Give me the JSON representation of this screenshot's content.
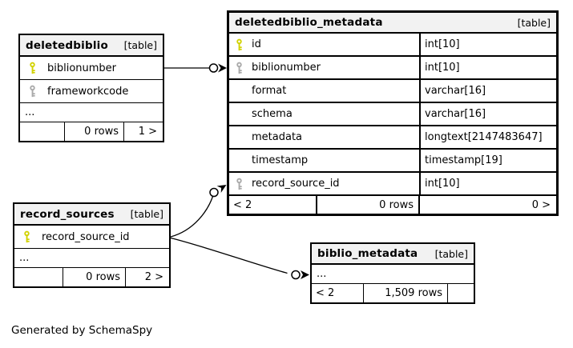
{
  "note": "Generated by SchemaSpy",
  "colors": {
    "background": "#ffffff",
    "header_bg": "#f2f2f2",
    "border": "#000000",
    "primary_key": "#d2d200",
    "foreign_key": "#aaaaaa"
  },
  "icons": {
    "primary_key": "key-icon-yellow",
    "foreign_key": "key-icon-gray"
  },
  "tables": {
    "deletedbiblio": {
      "title": "deletedbiblio",
      "tag": "[table]",
      "columns": [
        {
          "name": "biblionumber",
          "key": "pk"
        },
        {
          "name": "frameworkcode",
          "key": "fk"
        }
      ],
      "more": "...",
      "footer": {
        "left": "",
        "rows": "0 rows",
        "related": "1 >"
      }
    },
    "deletedbiblio_metadata": {
      "title": "deletedbiblio_metadata",
      "tag": "[table]",
      "columns": [
        {
          "name": "id",
          "type": "int[10]",
          "key": "pk"
        },
        {
          "name": "biblionumber",
          "type": "int[10]",
          "key": "fk"
        },
        {
          "name": "format",
          "type": "varchar[16]",
          "key": ""
        },
        {
          "name": "schema",
          "type": "varchar[16]",
          "key": ""
        },
        {
          "name": "metadata",
          "type": "longtext[2147483647]",
          "key": ""
        },
        {
          "name": "timestamp",
          "type": "timestamp[19]",
          "key": ""
        },
        {
          "name": "record_source_id",
          "type": "int[10]",
          "key": "fk"
        }
      ],
      "footer": {
        "left": "< 2",
        "rows": "0 rows",
        "related": "0 >"
      }
    },
    "record_sources": {
      "title": "record_sources",
      "tag": "[table]",
      "columns": [
        {
          "name": "record_source_id",
          "key": "pk"
        }
      ],
      "more": "...",
      "footer": {
        "left": "",
        "rows": "0 rows",
        "related": "2 >"
      }
    },
    "biblio_metadata": {
      "title": "biblio_metadata",
      "tag": "[table]",
      "more": "...",
      "footer": {
        "left": "< 2",
        "rows": "1,509 rows",
        "related": ""
      }
    }
  }
}
